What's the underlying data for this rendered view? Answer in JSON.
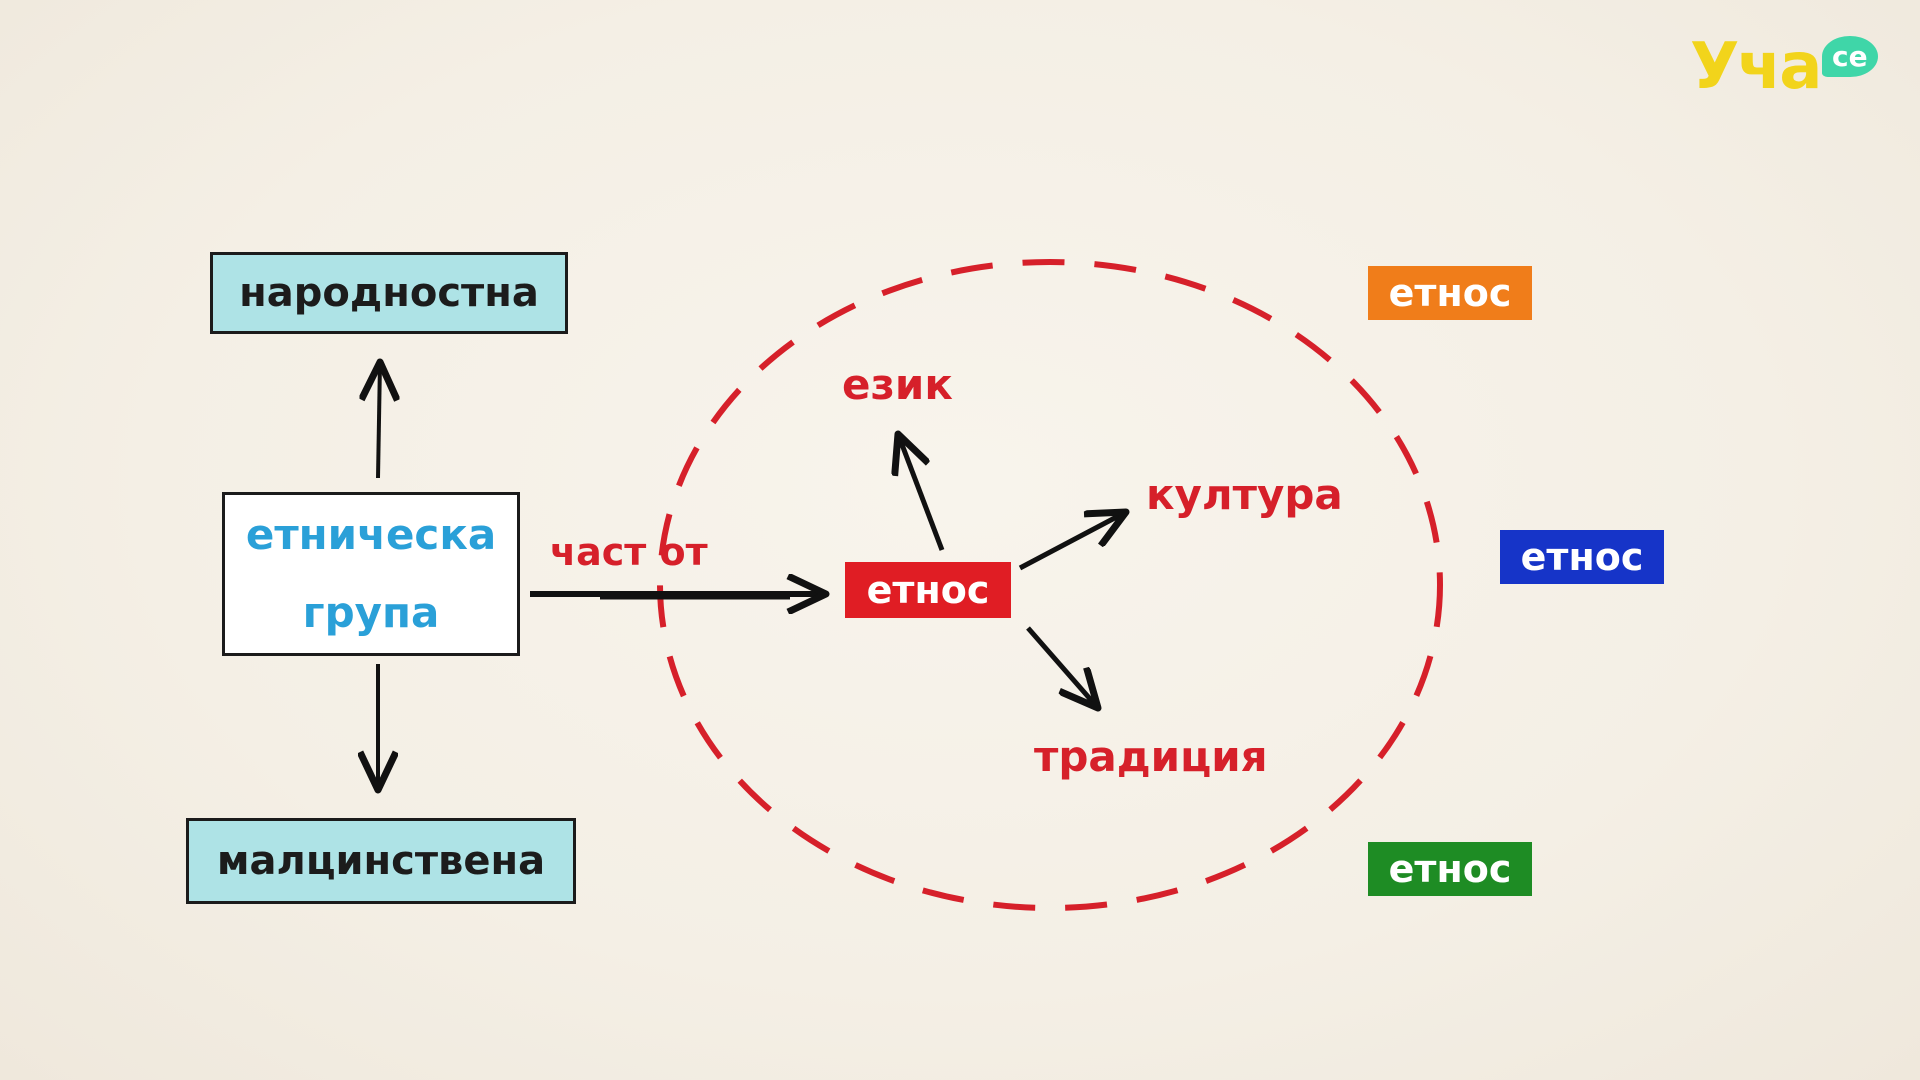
{
  "logo": {
    "text": "Уча",
    "badge": "се",
    "colors": {
      "text": "#f2d41b",
      "badge": "#3fd6a8"
    }
  },
  "left_group": {
    "top_box": "народностна",
    "center_box_line1": "етническа",
    "center_box_line2": "група",
    "bottom_box": "малцинствена",
    "link_label": "част от"
  },
  "circle": {
    "center": "етнос",
    "items": {
      "language": "език",
      "culture": "култура",
      "tradition": "традиция"
    }
  },
  "etnos_tags": [
    {
      "label": "етнос",
      "color": "#f07d1a"
    },
    {
      "label": "етнос",
      "color": "#1634c8"
    },
    {
      "label": "етнос",
      "color": "#1e8c24"
    }
  ],
  "colors": {
    "cyan_box": "#aee3e6",
    "blue_text": "#2aa0d8",
    "red": "#d6202a",
    "arrow": "#111111"
  }
}
